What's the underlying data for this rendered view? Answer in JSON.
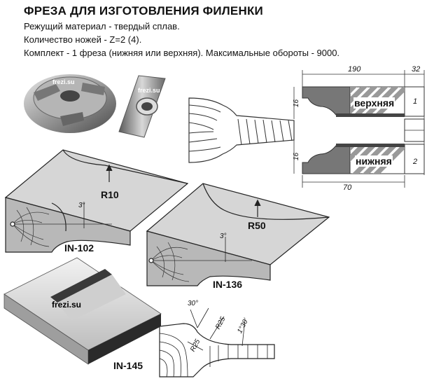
{
  "document": {
    "title": "ФРЕЗА ДЛЯ ИЗГОТОВЛЕНИЯ ФИЛЕНКИ",
    "specs": [
      "Режущий материал - твердый сплав.",
      "Количество ножей - Z=2 (4).",
      "Комплект - 1 фреза (нижняя или верхняя). Максимальные обороты - 9000."
    ]
  },
  "photos": {
    "cutter_watermark_1": "frezi.su",
    "cutter_watermark_2": "frezi.su"
  },
  "drawing": {
    "dim_top_width": "190",
    "dim_top_small": "32",
    "dim_left_top": "16",
    "dim_left_bottom": "16",
    "upper_label": "верхняя",
    "upper_index": "1",
    "lower_label": "нижняя",
    "lower_index": "2",
    "dim_bottom": "70"
  },
  "profiles": [
    {
      "code": "IN-102",
      "radius": "R10",
      "angle": "3°"
    },
    {
      "code": "IN-136",
      "radius": "R50",
      "angle": "3°"
    },
    {
      "code": "IN-145",
      "watermark": "frezi.su"
    }
  ],
  "profile_145_dims": {
    "angle_top": "30°",
    "radius_1": "R25",
    "radius_2": "R25",
    "angle_side": "1°30'"
  }
}
